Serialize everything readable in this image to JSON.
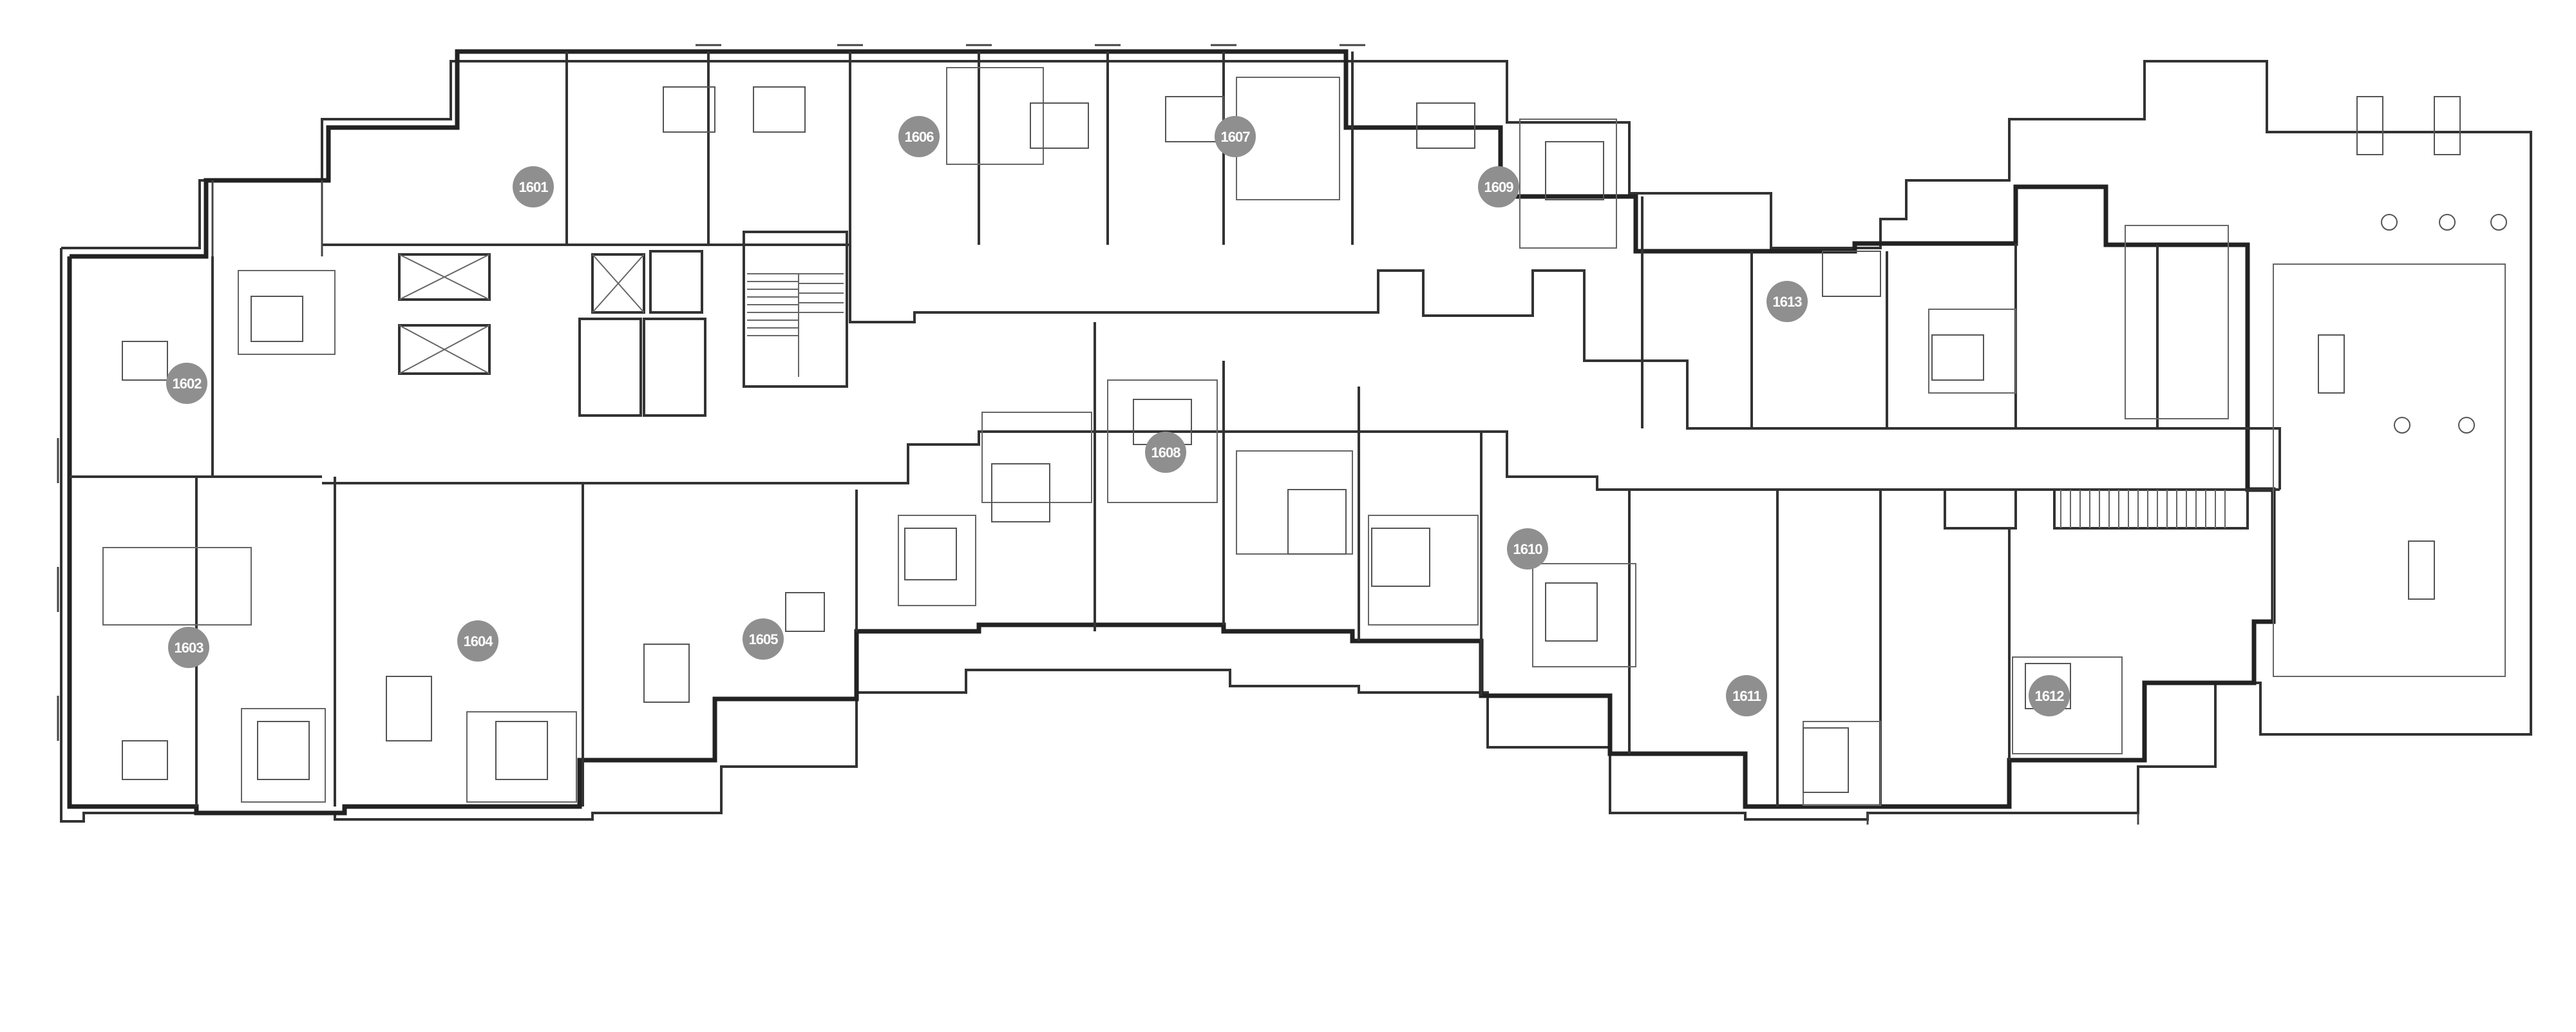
{
  "units": [
    {
      "id": "u1601",
      "label": "1601"
    },
    {
      "id": "u1602",
      "label": "1602"
    },
    {
      "id": "u1603",
      "label": "1603"
    },
    {
      "id": "u1604",
      "label": "1604"
    },
    {
      "id": "u1605",
      "label": "1605"
    },
    {
      "id": "u1606",
      "label": "1606"
    },
    {
      "id": "u1607",
      "label": "1607"
    },
    {
      "id": "u1608",
      "label": "1608"
    },
    {
      "id": "u1609",
      "label": "1609"
    },
    {
      "id": "u1610",
      "label": "1610"
    },
    {
      "id": "u1611",
      "label": "1611"
    },
    {
      "id": "u1612",
      "label": "1612"
    },
    {
      "id": "u1613",
      "label": "1613"
    }
  ],
  "colors": {
    "badge": "#8f8f8f",
    "wall": "#222222",
    "background": "#ffffff"
  }
}
